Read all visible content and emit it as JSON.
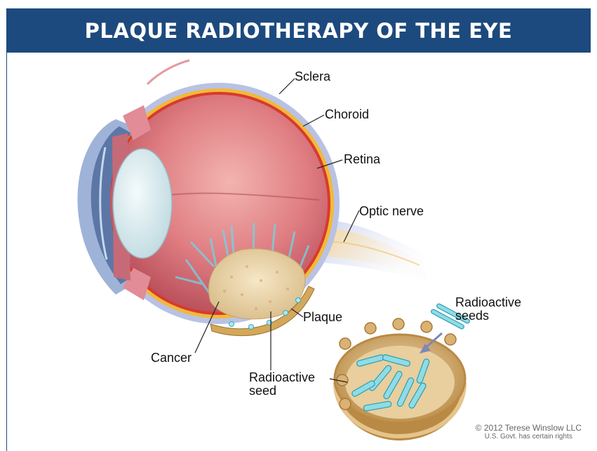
{
  "title": "PLAQUE RADIOTHERAPY OF THE EYE",
  "labels": {
    "sclera": "Sclera",
    "choroid": "Choroid",
    "retina": "Retina",
    "optic_nerve": "Optic nerve",
    "radioactive_seeds_line1": "Radioactive",
    "radioactive_seeds_line2": "seeds",
    "plaque": "Plaque",
    "cancer": "Cancer",
    "radioactive_seed_line1": "Radioactive",
    "radioactive_seed_line2": "seed"
  },
  "credit": {
    "line1": "© 2012 Terese Winslow LLC",
    "line2": "U.S. Govt. has certain rights"
  },
  "colors": {
    "banner": "#1d4a7e",
    "eye_interior": "#d9727a",
    "sclera": "#b9c2e4",
    "choroid": "#f2b93a",
    "retina": "#d83a2e",
    "radiation": "#6fd6e6",
    "plaque": "#d4a85a"
  }
}
